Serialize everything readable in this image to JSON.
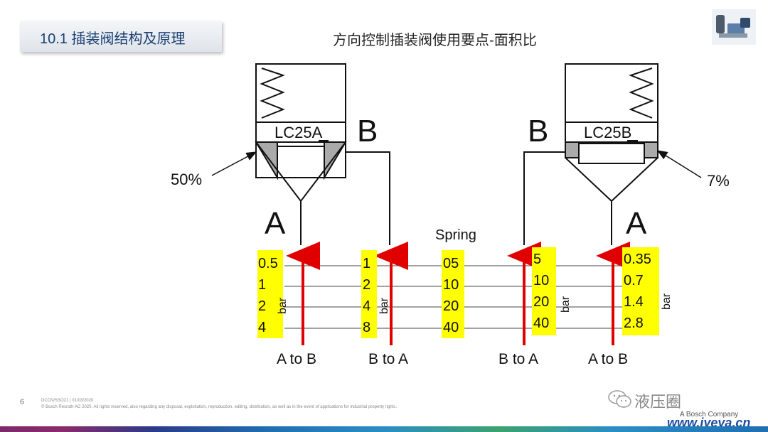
{
  "header": {
    "section_title": "10.1 插装阀结构及原理",
    "page_title": "方向控制插装阀使用要点-面积比"
  },
  "valves": {
    "left": {
      "label_prefix": "LC25",
      "label_suffix": "A",
      "port_b": "B",
      "port_a": "A",
      "area_ratio": "50%"
    },
    "right": {
      "label_prefix": "LC25",
      "label_suffix": "B",
      "port_b": "B",
      "port_a": "A",
      "area_ratio": "7%"
    }
  },
  "spring_label": "Spring",
  "unit": "bar",
  "columns": [
    {
      "values": [
        "0.5",
        "1",
        "2",
        "4"
      ],
      "direction": "A to B"
    },
    {
      "values": [
        "1",
        "2",
        "4",
        "8"
      ],
      "direction": "B to A"
    },
    {
      "values": [
        "05",
        "10",
        "20",
        "40"
      ]
    },
    {
      "values": [
        "5",
        "10",
        "20",
        "40"
      ],
      "direction": "B to A"
    },
    {
      "values": [
        "0.35",
        "0.7",
        "1.4",
        "2.8"
      ],
      "direction": "A to B"
    }
  ],
  "footer": {
    "page_number": "6",
    "line1": "DCCN/SSO21 | 01/03/2020",
    "line2": "© Bosch Rexroth AG 2020. All rights reserved, also regarding any disposal, exploitation, reproduction, editing, distribution, as well as in the event of applications for industrial property rights.",
    "watermark_text": "液压圈",
    "bosch": "A Bosch Company",
    "url": "www.iyeya.cn"
  },
  "colors": {
    "highlight": "#ffff00",
    "arrow": "#e00000",
    "title_text": "#1a3f73"
  }
}
